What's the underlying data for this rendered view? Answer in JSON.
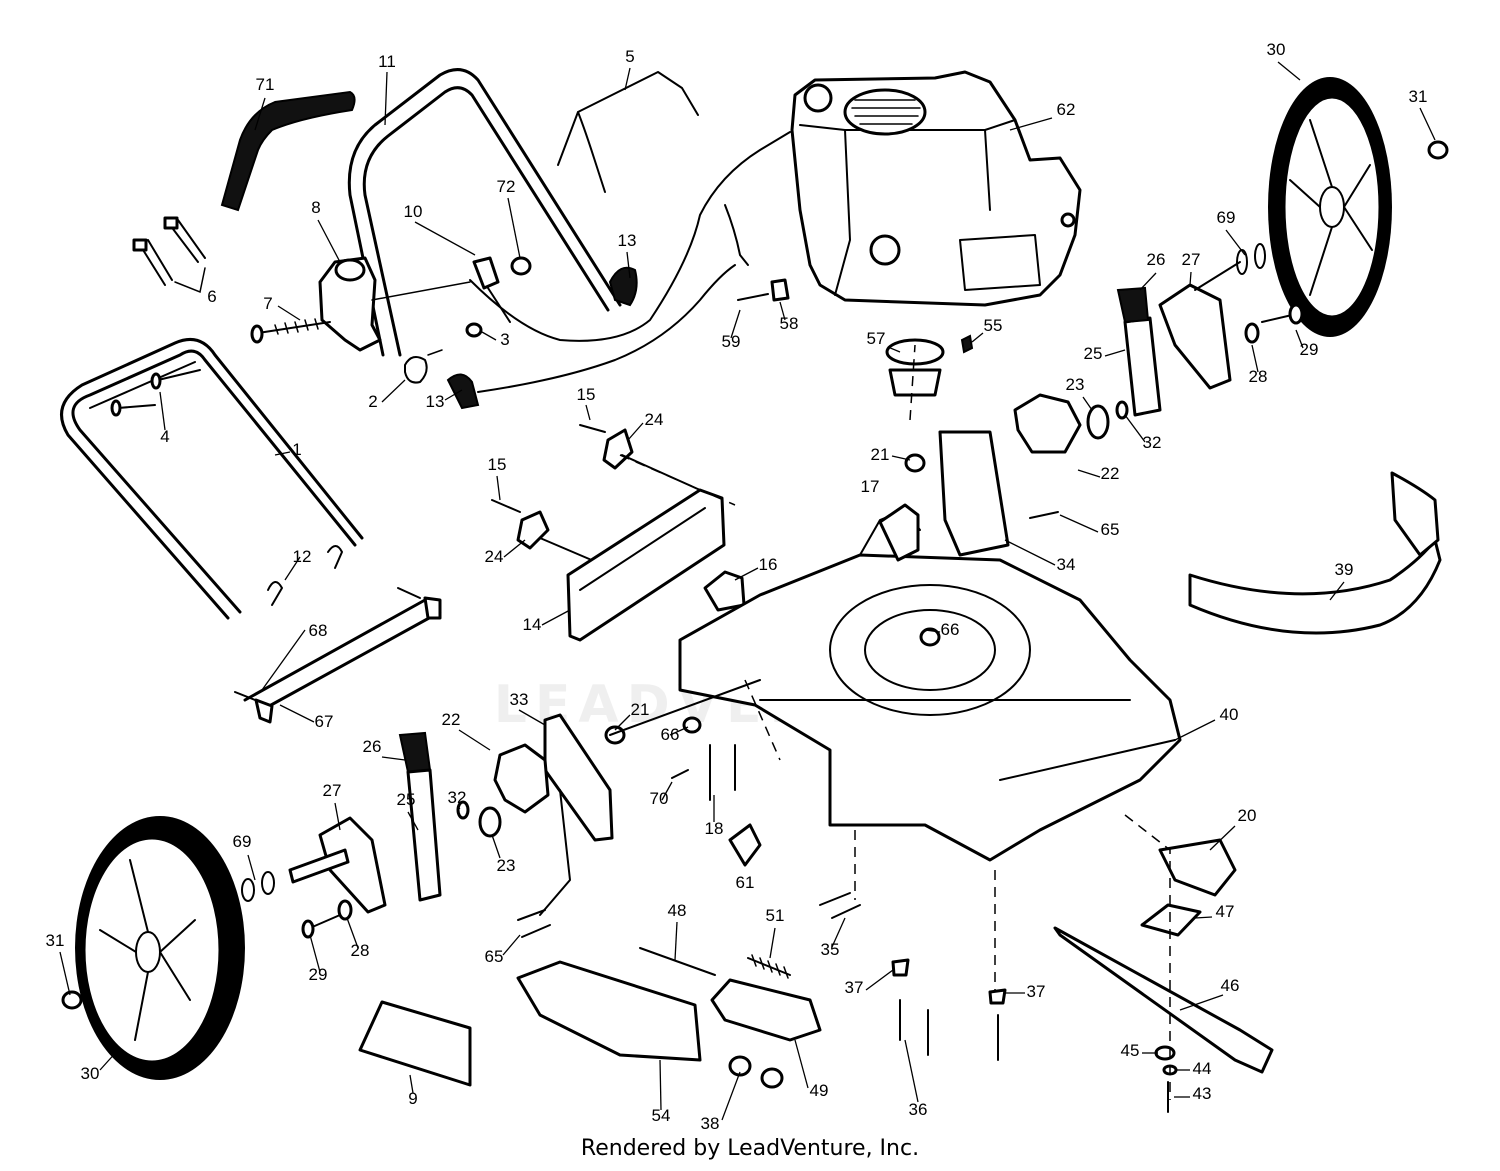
{
  "watermark_text": "LEADVENTURE",
  "footer_text": "Rendered by LeadVenture, Inc.",
  "callouts": [
    "71",
    "11",
    "5",
    "62",
    "30",
    "31",
    "6",
    "8",
    "10",
    "72",
    "13",
    "7",
    "3",
    "2",
    "13",
    "4",
    "1",
    "15",
    "24",
    "15",
    "24",
    "21",
    "17",
    "16",
    "14",
    "12",
    "68",
    "67",
    "33",
    "22",
    "21",
    "66",
    "26",
    "27",
    "25",
    "32",
    "23",
    "70",
    "18",
    "69",
    "61",
    "31",
    "30",
    "29",
    "28",
    "65",
    "48",
    "51",
    "35",
    "37",
    "54",
    "9",
    "38",
    "49",
    "36",
    "37",
    "66",
    "40",
    "20",
    "47",
    "46",
    "45",
    "44",
    "43",
    "26",
    "27",
    "69",
    "25",
    "23",
    "32",
    "22",
    "57",
    "55",
    "59",
    "58",
    "29",
    "28",
    "65",
    "34",
    "39"
  ]
}
